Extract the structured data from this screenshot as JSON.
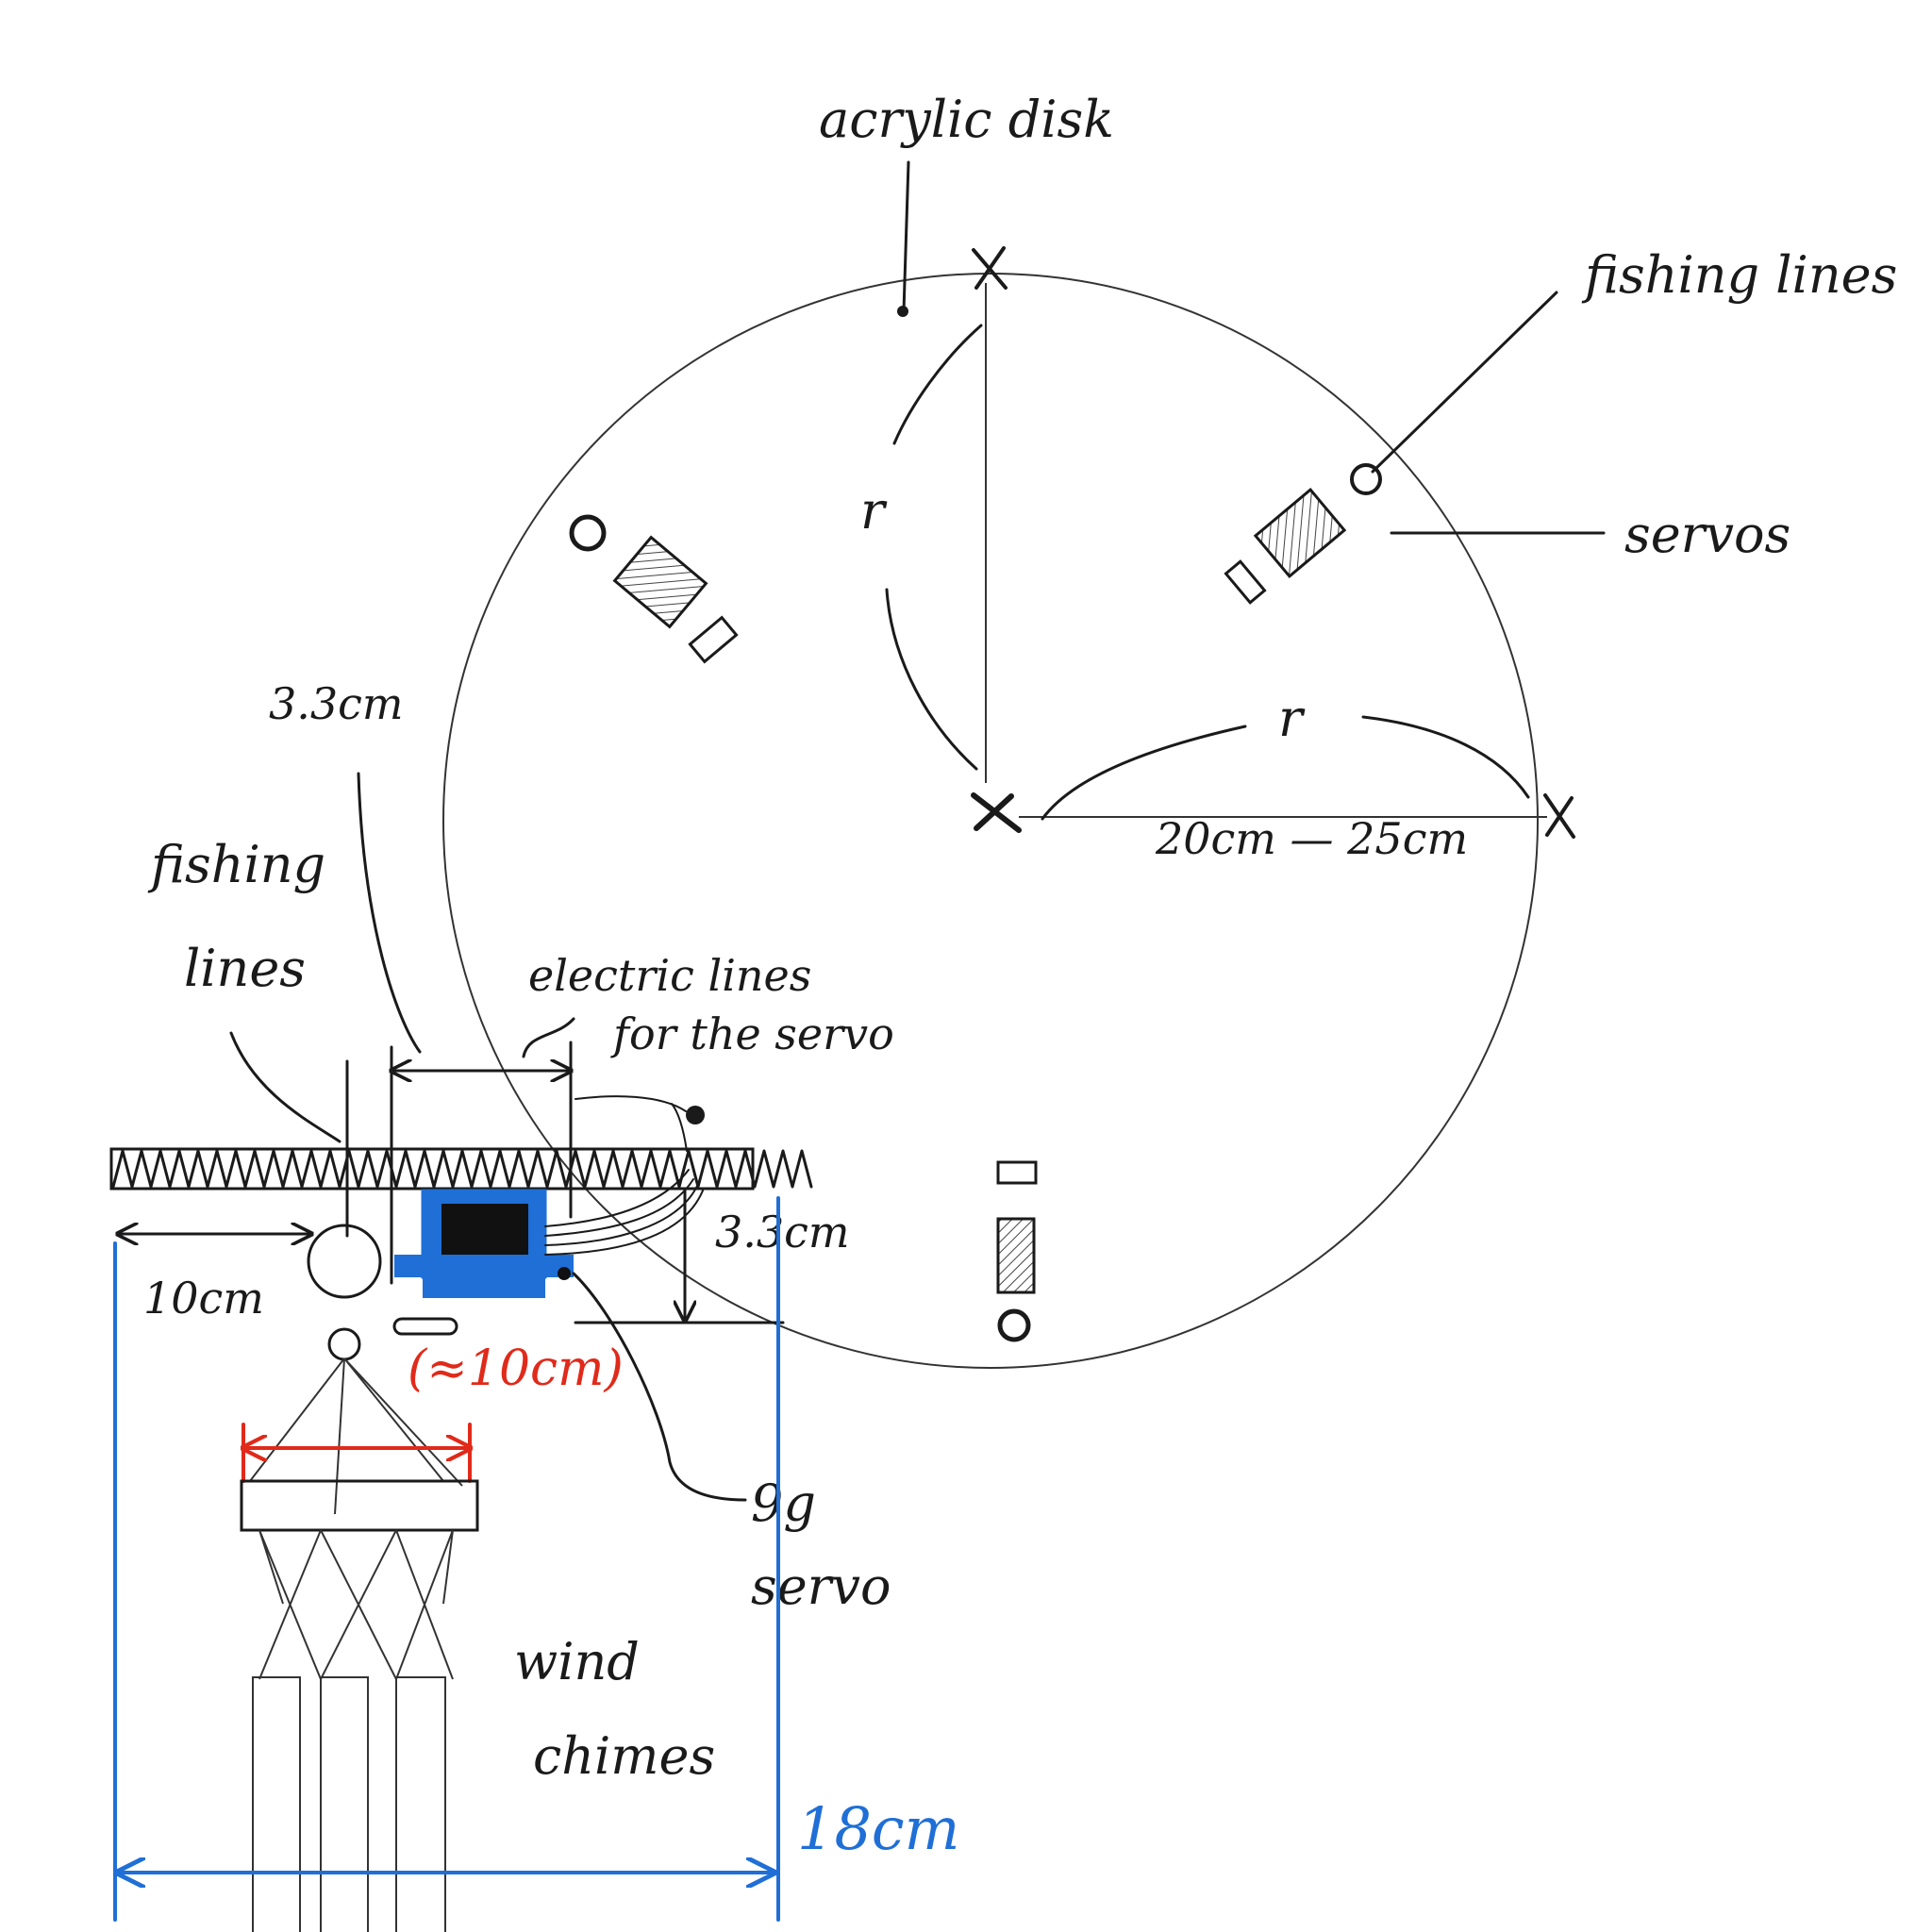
{
  "labels": {
    "acrylic_disk": "acrylic disk",
    "fishing_lines_top": "fishing lines",
    "servos": "servos",
    "radius_vertical": "r",
    "radius_horizontal": "r",
    "radius_range": "20cm — 25cm",
    "dim_3_3_top": "3.3cm",
    "fishing_lines_side_1": "fishing",
    "fishing_lines_side_2": "lines",
    "electric_lines_1": "electric lines",
    "electric_lines_2": "for the servo",
    "dim_10cm": "10cm",
    "dim_3_3_side": "3.3cm",
    "approx_10cm": "(≈10cm)",
    "servo_9g_1": "9g",
    "servo_9g_2": "servo",
    "wind_chimes_1": "wind",
    "wind_chimes_2": "chimes",
    "dim_18cm": "18cm"
  },
  "colors": {
    "ink": "#1a1a1a",
    "servo_blue": "#1f6fd6",
    "dimension_red": "#e02a1a"
  }
}
